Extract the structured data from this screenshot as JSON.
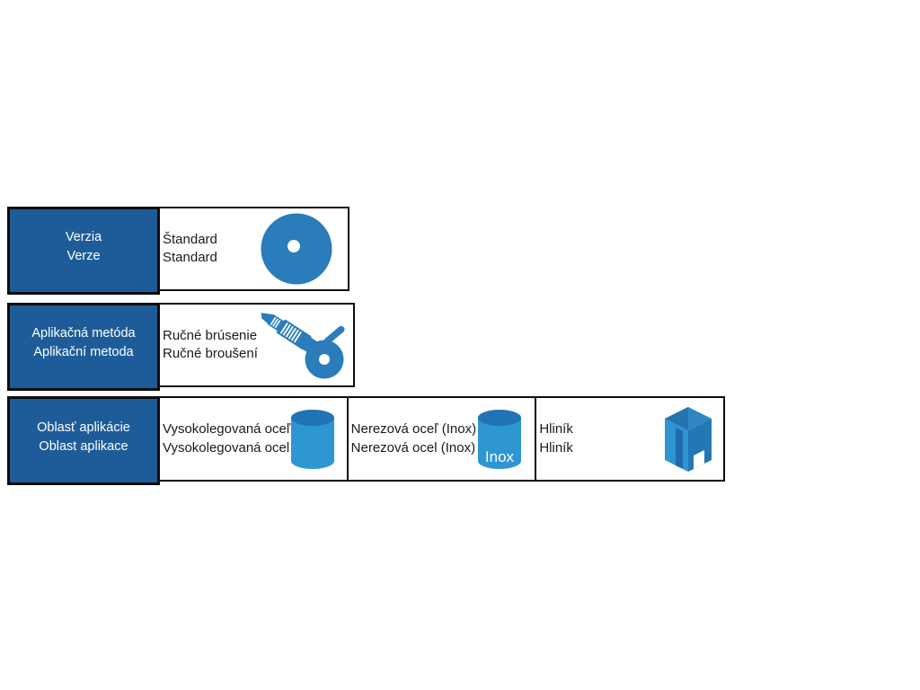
{
  "colors": {
    "header_bg": "#1E5C99",
    "header_text": "#FFFFFF",
    "table_border": "#0D0D0D",
    "body_text": "#1A1A1A",
    "icon_blue": "#2B7CBA",
    "cylinder_body": "#2E96D3",
    "cylinder_top": "#2173B8",
    "profile_mid": "#2E86C4",
    "profile_roof_dark": "#2573AF",
    "profile_light": "#2E94D1",
    "profile_face": "#2377B5",
    "profile_dark": "#1E6BAD"
  },
  "rows": [
    {
      "header": {
        "line1": "Verzia",
        "line2": "Verze"
      },
      "cells": [
        {
          "line1": "Štandard",
          "line2": "Standard",
          "icon": "fibre-disc-icon"
        }
      ]
    },
    {
      "header": {
        "line1": "Aplikačná metóda",
        "line2": "Aplikační metoda"
      },
      "cells": [
        {
          "line1": "Ručné brúsenie",
          "line2": "Ručné broušení",
          "icon": "angle-grinder-icon"
        }
      ]
    },
    {
      "header": {
        "line1": "Oblasť aplikácie",
        "line2": "Oblast aplikace"
      },
      "cells": [
        {
          "line1": "Vysokolegovaná oceľ",
          "line2": "Vysokolegovaná ocel",
          "icon": "steel-cylinder-icon"
        },
        {
          "line1": "Nerezová oceľ (Inox)",
          "line2": "Nerezová ocel (Inox)",
          "icon": "inox-cylinder-icon",
          "icon_label": "Inox"
        },
        {
          "line1": "Hliník",
          "line2": "Hliník",
          "icon": "aluminium-profile-icon"
        }
      ]
    }
  ]
}
